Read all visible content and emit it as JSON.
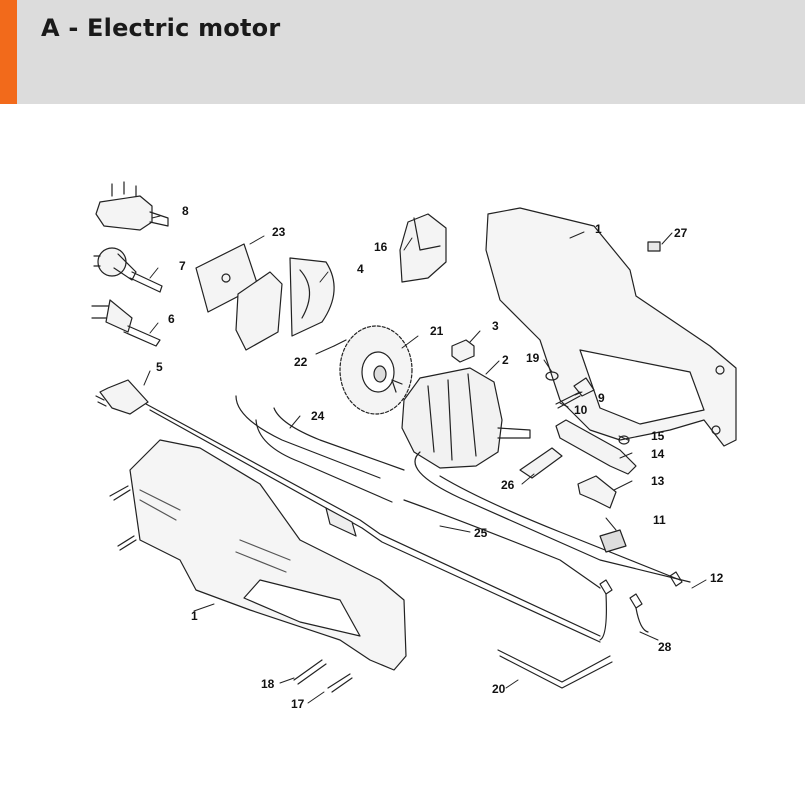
{
  "header": {
    "title": "A - Electric motor",
    "accent_color": "#f26a1b",
    "background_color": "#dcdcdc"
  },
  "callouts": [
    {
      "id": "1a",
      "text": "1"
    },
    {
      "id": "1b",
      "text": "1"
    },
    {
      "id": "2",
      "text": "2"
    },
    {
      "id": "3",
      "text": "3"
    },
    {
      "id": "4",
      "text": "4"
    },
    {
      "id": "5",
      "text": "5"
    },
    {
      "id": "6",
      "text": "6"
    },
    {
      "id": "7",
      "text": "7"
    },
    {
      "id": "8",
      "text": "8"
    },
    {
      "id": "9",
      "text": "9"
    },
    {
      "id": "10",
      "text": "10"
    },
    {
      "id": "11",
      "text": "11"
    },
    {
      "id": "12",
      "text": "12"
    },
    {
      "id": "13",
      "text": "13"
    },
    {
      "id": "14",
      "text": "14"
    },
    {
      "id": "15",
      "text": "15"
    },
    {
      "id": "16",
      "text": "16"
    },
    {
      "id": "17",
      "text": "17"
    },
    {
      "id": "18",
      "text": "18"
    },
    {
      "id": "19",
      "text": "19"
    },
    {
      "id": "20",
      "text": "20"
    },
    {
      "id": "21",
      "text": "21"
    },
    {
      "id": "22",
      "text": "22"
    },
    {
      "id": "23",
      "text": "23"
    },
    {
      "id": "24",
      "text": "24"
    },
    {
      "id": "25",
      "text": "25"
    },
    {
      "id": "26",
      "text": "26"
    },
    {
      "id": "27",
      "text": "27"
    },
    {
      "id": "28",
      "text": "28"
    }
  ]
}
